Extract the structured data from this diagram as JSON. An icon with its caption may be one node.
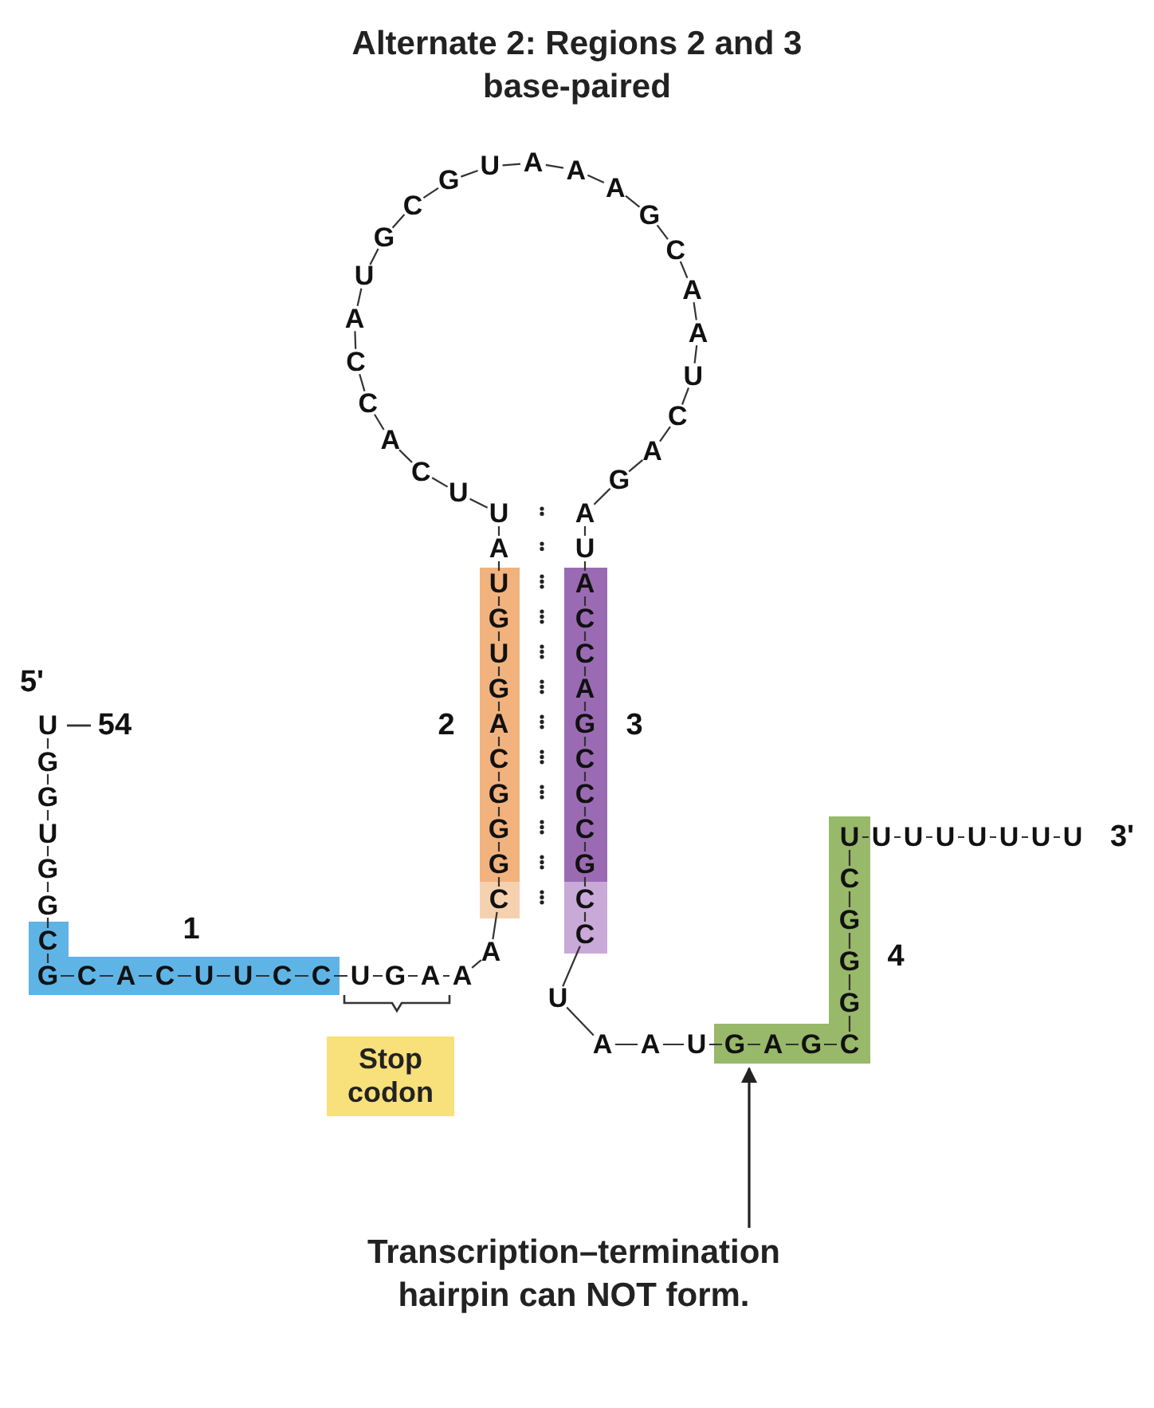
{
  "diagram": {
    "title": "Alternate 2: Regions 2 and 3 base-paired",
    "nodes": [
      {
        "text": [],
        "shape": "bar"
      },
      {
        "text": [],
        "shape": "bar"
      },
      {
        "text": [],
        "shape": "bar"
      },
      {
        "text": [],
        "shape": "bar"
      },
      {
        "text": [
          "Stop codon"
        ]
      },
      {
        "text": [
          "Transcription–termination hairpin can NOT form."
        ]
      }
    ],
    "edges": [
      {
        "from": 5,
        "to": 3,
        "arrow": "to"
      }
    ],
    "labels": [
      "5'",
      "U",
      "G",
      "G",
      "U",
      "G",
      "G",
      "C",
      "G",
      "C",
      "A",
      "C",
      "U",
      "U",
      "C",
      "C",
      "U",
      "G",
      "A",
      "A",
      "A",
      "C",
      "G",
      "G",
      "G",
      "C",
      "A",
      "G",
      "U",
      "G",
      "U",
      "A",
      "U",
      "U",
      "C",
      "A",
      "C",
      "C",
      "A",
      "U",
      "G",
      "C",
      "G",
      "U",
      "A",
      "A",
      "A",
      "G",
      "C",
      "A",
      "A",
      "U",
      "C",
      "A",
      "G",
      "A",
      "U",
      "A",
      "C",
      "C",
      "A",
      "G",
      "C",
      "C",
      "C",
      "G",
      "C",
      "C",
      "U",
      "A",
      "A",
      "U",
      "G",
      "A",
      "G",
      "C",
      "G",
      "G",
      "G",
      "C",
      "U",
      "U",
      "U",
      "U",
      "U",
      "U",
      "U",
      "U",
      "3'",
      "54",
      "1",
      "2",
      "3",
      "4"
    ]
  }
}
